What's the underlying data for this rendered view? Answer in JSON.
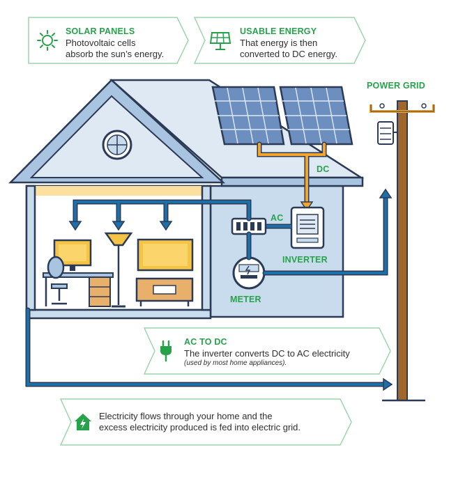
{
  "callouts": {
    "solar": {
      "title": "SOLAR PANELS",
      "line1": "Photovoltaic cells",
      "line2": "absorb the sun’s energy.",
      "icon": "sun-icon"
    },
    "usable": {
      "title": "USABLE ENERGY",
      "line1": "That energy is then",
      "line2": "converted to DC energy.",
      "icon": "solar-panel-icon"
    },
    "acdc": {
      "title": "AC TO DC",
      "line1": "The inverter converts DC to AC electricity",
      "note": "(used by most home appliances).",
      "icon": "plug-icon"
    },
    "flow": {
      "line1": "Electricity flows through your home and the",
      "line2": "excess electricity produced is fed into electric grid.",
      "icon": "home-energy-icon"
    }
  },
  "labels": {
    "power_grid": "POWER GRID",
    "dc": "DC",
    "ac": "AC",
    "inverter": "INVERTER",
    "meter": "METER"
  },
  "colors": {
    "accent_green": "#27a24a",
    "flow_blue": "#1e6fa8",
    "dc_orange": "#f0a630",
    "outline": "#2b3a55",
    "wall_blue": "#c9dcee",
    "roof_blue": "#a9c4e0",
    "pole_brown": "#a0672c"
  }
}
